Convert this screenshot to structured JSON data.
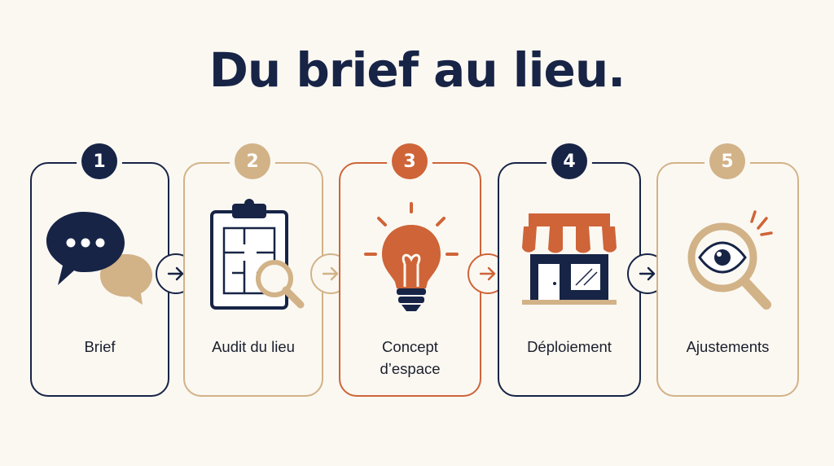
{
  "title": "Du brief au lieu.",
  "colors": {
    "navy": "#172446",
    "tan": "#d2b287",
    "orange": "#cf6438",
    "background": "#fbf8f2"
  },
  "steps": [
    {
      "number": "1",
      "label": "Brief",
      "icon": "speech-bubbles-icon",
      "color": "navy"
    },
    {
      "number": "2",
      "label": "Audit du lieu",
      "icon": "clipboard-magnifier-icon",
      "color": "tan"
    },
    {
      "number": "3",
      "label": "Concept d’espace",
      "icon": "lightbulb-icon",
      "color": "orange"
    },
    {
      "number": "4",
      "label": "Déploiement",
      "icon": "storefront-icon",
      "color": "navy"
    },
    {
      "number": "5",
      "label": "Ajustements",
      "icon": "eye-magnifier-icon",
      "color": "tan"
    }
  ],
  "connectors": [
    {
      "icon": "arrow-right-icon",
      "color": "navy"
    },
    {
      "icon": "arrow-right-icon",
      "color": "tan"
    },
    {
      "icon": "arrow-right-icon",
      "color": "orange"
    },
    {
      "icon": "arrow-right-icon",
      "color": "navy"
    }
  ]
}
